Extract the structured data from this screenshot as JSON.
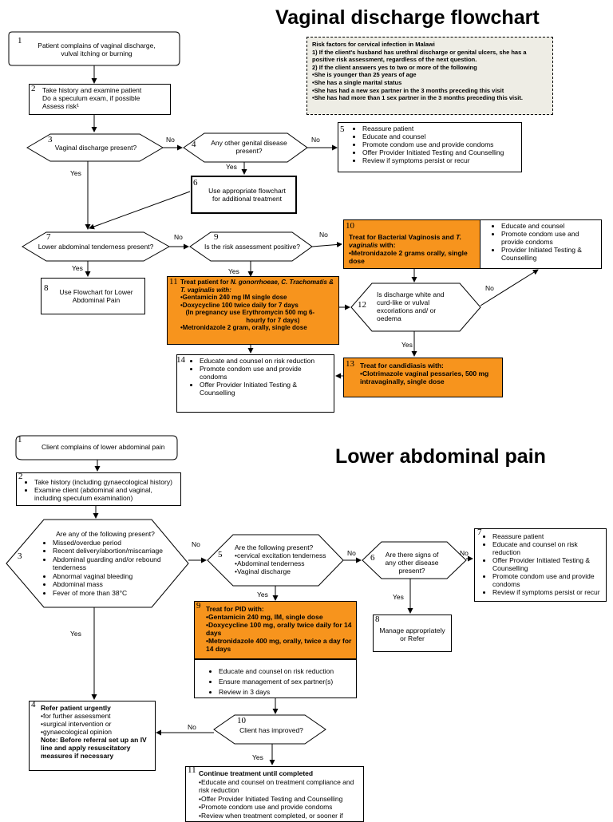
{
  "flow1": {
    "title": "Vaginal discharge flowchart",
    "risk_box": [
      "Risk factors for cervical infection in Malawi",
      "1) If the client's husband has urethral discharge or genital ulcers, she has a positive risk assessment, regardless of the next question.",
      "2) If the client answers yes to two or more of the following",
      "•She is younger than 25 years of age",
      "•She has a single marital status",
      "•She has had a new sex partner in the 3 months preceding this visit",
      "•She has had more than 1 sex partner in the 3 months preceding this visit."
    ],
    "n1": {
      "num": "1",
      "text": "Patient complains of vaginal discharge, vulval itching or burning"
    },
    "n2": {
      "num": "2",
      "lines": [
        "Take history and examine patient",
        "Do a speculum exam, if possible",
        "Assess risk¹"
      ]
    },
    "n3": {
      "num": "3",
      "text": "Vaginal discharge present?"
    },
    "n4": {
      "num": "4",
      "text": "Any other genital disease present?"
    },
    "n5": {
      "num": "5",
      "items": [
        "Reassure patient",
        "Educate and counsel",
        "Promote condom use and provide condoms",
        "Offer Provider Initiated Testing and Counselling",
        "Review if symptoms persist or recur"
      ]
    },
    "n6": {
      "num": "6",
      "text": "Use appropriate flowchart for additional treatment"
    },
    "n7": {
      "num": "7",
      "text": "Lower abdominal tenderness present?"
    },
    "n8": {
      "num": "8",
      "text": "Use Flowchart for Lower Abdominal Pain"
    },
    "n9": {
      "num": "9",
      "text": "Is the risk assessment positive?"
    },
    "n10": {
      "num": "10",
      "head": "Treat for Bacterial Vaginosis and ",
      "head_italic": "T. vaginalis",
      "head_tail": " with:",
      "items": [
        "•Metronidazole 2 grams orally, single dose"
      ]
    },
    "n10b": {
      "items": [
        "Educate and counsel",
        "Promote condom use and provide condoms",
        "Provider Initiated Testing & Counselling"
      ]
    },
    "n11": {
      "num": "11",
      "head": "Treat patient for ",
      "head_italic": "N. gonorrhoeae, C. Trachomatis & T. vaginalis with:",
      "lines": [
        "•Gentamicin 240 mg IM single dose",
        "•Doxycycline 100 twice daily  for 7 days",
        "   (In pregnancy use Erythromycin 500 mg 6-",
        "                                     hourly for 7 days)",
        "•Metronidazole 2 gram, orally, single dose"
      ]
    },
    "n12": {
      "num": "12",
      "text": "Is discharge white  and curd-like or vulval excoriations and/ or oedema"
    },
    "n13": {
      "num": "13",
      "head": "Treat for candidiasis with:",
      "items": [
        "•Clotrimazole vaginal pessaries, 500 mg intravaginally, single dose"
      ]
    },
    "n14": {
      "num": "14",
      "items": [
        "Educate and counsel on risk reduction",
        "Promote condom use and provide condoms",
        "Offer Provider Initiated Testing & Counselling"
      ]
    },
    "labels": {
      "yes": "Yes",
      "no": "No"
    }
  },
  "flow2": {
    "title": "Lower abdominal pain",
    "n1": {
      "num": "1",
      "text": "Client complains of lower abdominal pain"
    },
    "n2": {
      "num": "2",
      "items": [
        "Take history (including gynaecological history)",
        "Examine client (abdominal and vaginal, including speculum examination)"
      ]
    },
    "n3": {
      "num": "3",
      "head": "Are any of the following present?",
      "items": [
        "Missed/overdue period",
        "Recent delivery/abortion/miscarriage",
        "Abdominal guarding and/or rebound tenderness",
        "Abnormal vaginal bleeding",
        "Abdominal mass",
        "Fever of more than 38°C"
      ]
    },
    "n4": {
      "num": "4",
      "head": "Refer patient urgently",
      "lines": [
        "•for further assessment",
        "•surgical intervention or",
        "•gynaecological opinion"
      ],
      "note": "Note: Before referral set up an IV line and apply resuscitatory measures if necessary"
    },
    "n5": {
      "num": "5",
      "head": "Are the following present?",
      "lines": [
        "•cervical excitation tenderness",
        "•Abdominal tenderness",
        "•Vaginal discharge"
      ]
    },
    "n6": {
      "num": "6",
      "text": "Are there signs of any other disease present?"
    },
    "n7": {
      "num": "7",
      "items": [
        "Reassure patient",
        "Educate and counsel on risk reduction",
        "Offer Provider Initiated Testing & Counselling",
        "Promote condom use and provide condoms",
        "Review if symptoms persist or recur"
      ]
    },
    "n8": {
      "num": "8",
      "text": "Manage appropriately or Refer"
    },
    "n9": {
      "num": "9",
      "head": "Treat for PID with:",
      "lines": [
        "•Gentamicin 240  mg, IM, single dose",
        "•Doxycycline 100 mg, orally twice daily for 14 days",
        "•Metronidazole 400 mg, orally, twice a day for 14 days"
      ]
    },
    "n9b": {
      "items": [
        "Educate and counsel on risk reduction",
        "Ensure management of sex partner(s)",
        "Review in 3 days"
      ]
    },
    "n10": {
      "num": "10",
      "text": "Client has improved?"
    },
    "n11": {
      "num": "11",
      "head": "Continue treatment until completed",
      "lines": [
        "•Educate and counsel on treatment compliance and risk reduction",
        "•Offer Provider Initiated Testing and Counselling",
        "•Promote condom use and provide condoms",
        "•Review when treatment  completed, or sooner  if"
      ]
    },
    "labels": {
      "yes": "Yes",
      "no": "No"
    }
  },
  "colors": {
    "orange": "#f7941d",
    "risk_bg": "#eeede5"
  }
}
